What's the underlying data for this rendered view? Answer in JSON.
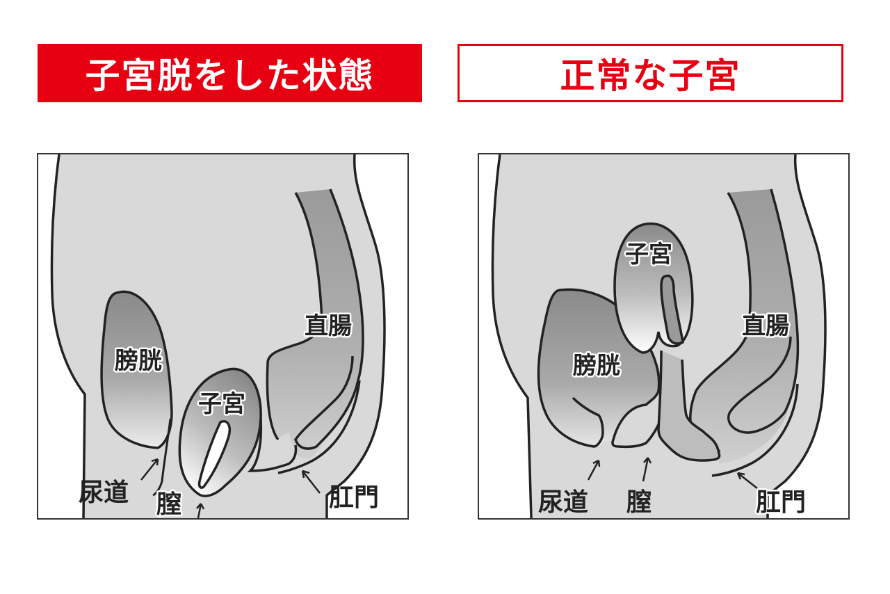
{
  "titles": {
    "prolapse": "子宮脱をした状態",
    "normal": "正常な子宮"
  },
  "colors": {
    "accent_red": "#e60012",
    "body_fill": "#d9d9d9",
    "organ_dark": "#8a8a8a",
    "organ_light": "#ffffff",
    "outline": "#222222"
  },
  "panels": {
    "prolapse": {
      "labels": {
        "bladder": "膀胱",
        "uterus": "子宮",
        "rectum": "直腸",
        "urethra": "尿道",
        "vagina": "膣",
        "anus": "肛門"
      }
    },
    "normal": {
      "labels": {
        "bladder": "膀胱",
        "uterus": "子宮",
        "rectum": "直腸",
        "urethra": "尿道",
        "vagina": "膣",
        "anus": "肛門"
      }
    }
  }
}
